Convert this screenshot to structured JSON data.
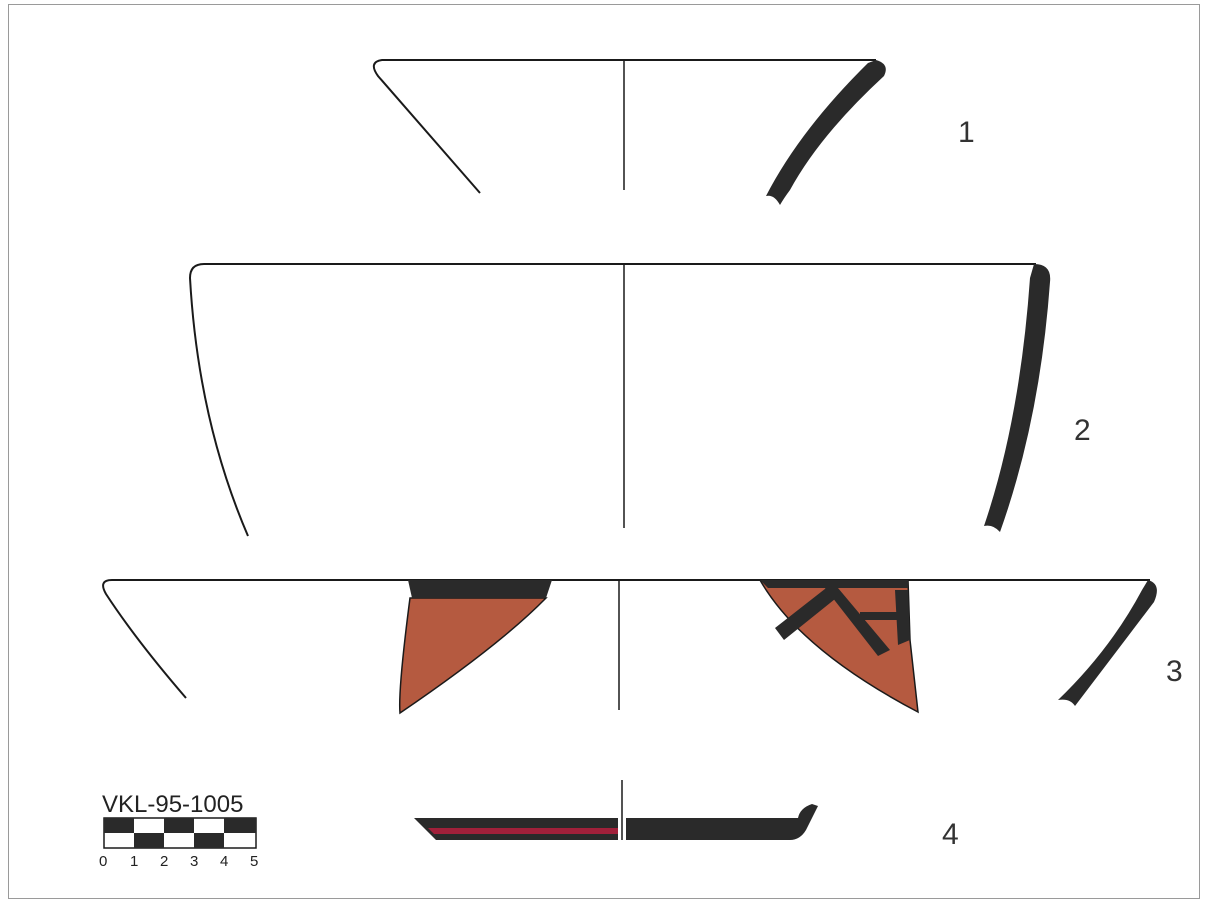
{
  "figure": {
    "vessels": [
      {
        "number": "1"
      },
      {
        "number": "2"
      },
      {
        "number": "3"
      },
      {
        "number": "4"
      }
    ],
    "site_label": "VKL-95-1005",
    "scale_ticks": [
      "0",
      "1",
      "2",
      "3",
      "4",
      "5"
    ]
  },
  "colors": {
    "section_fill": "#2a2a2a",
    "paint_red": "#b55a40",
    "slip_red": "#a0203a",
    "outline": "#1a1a1a"
  }
}
